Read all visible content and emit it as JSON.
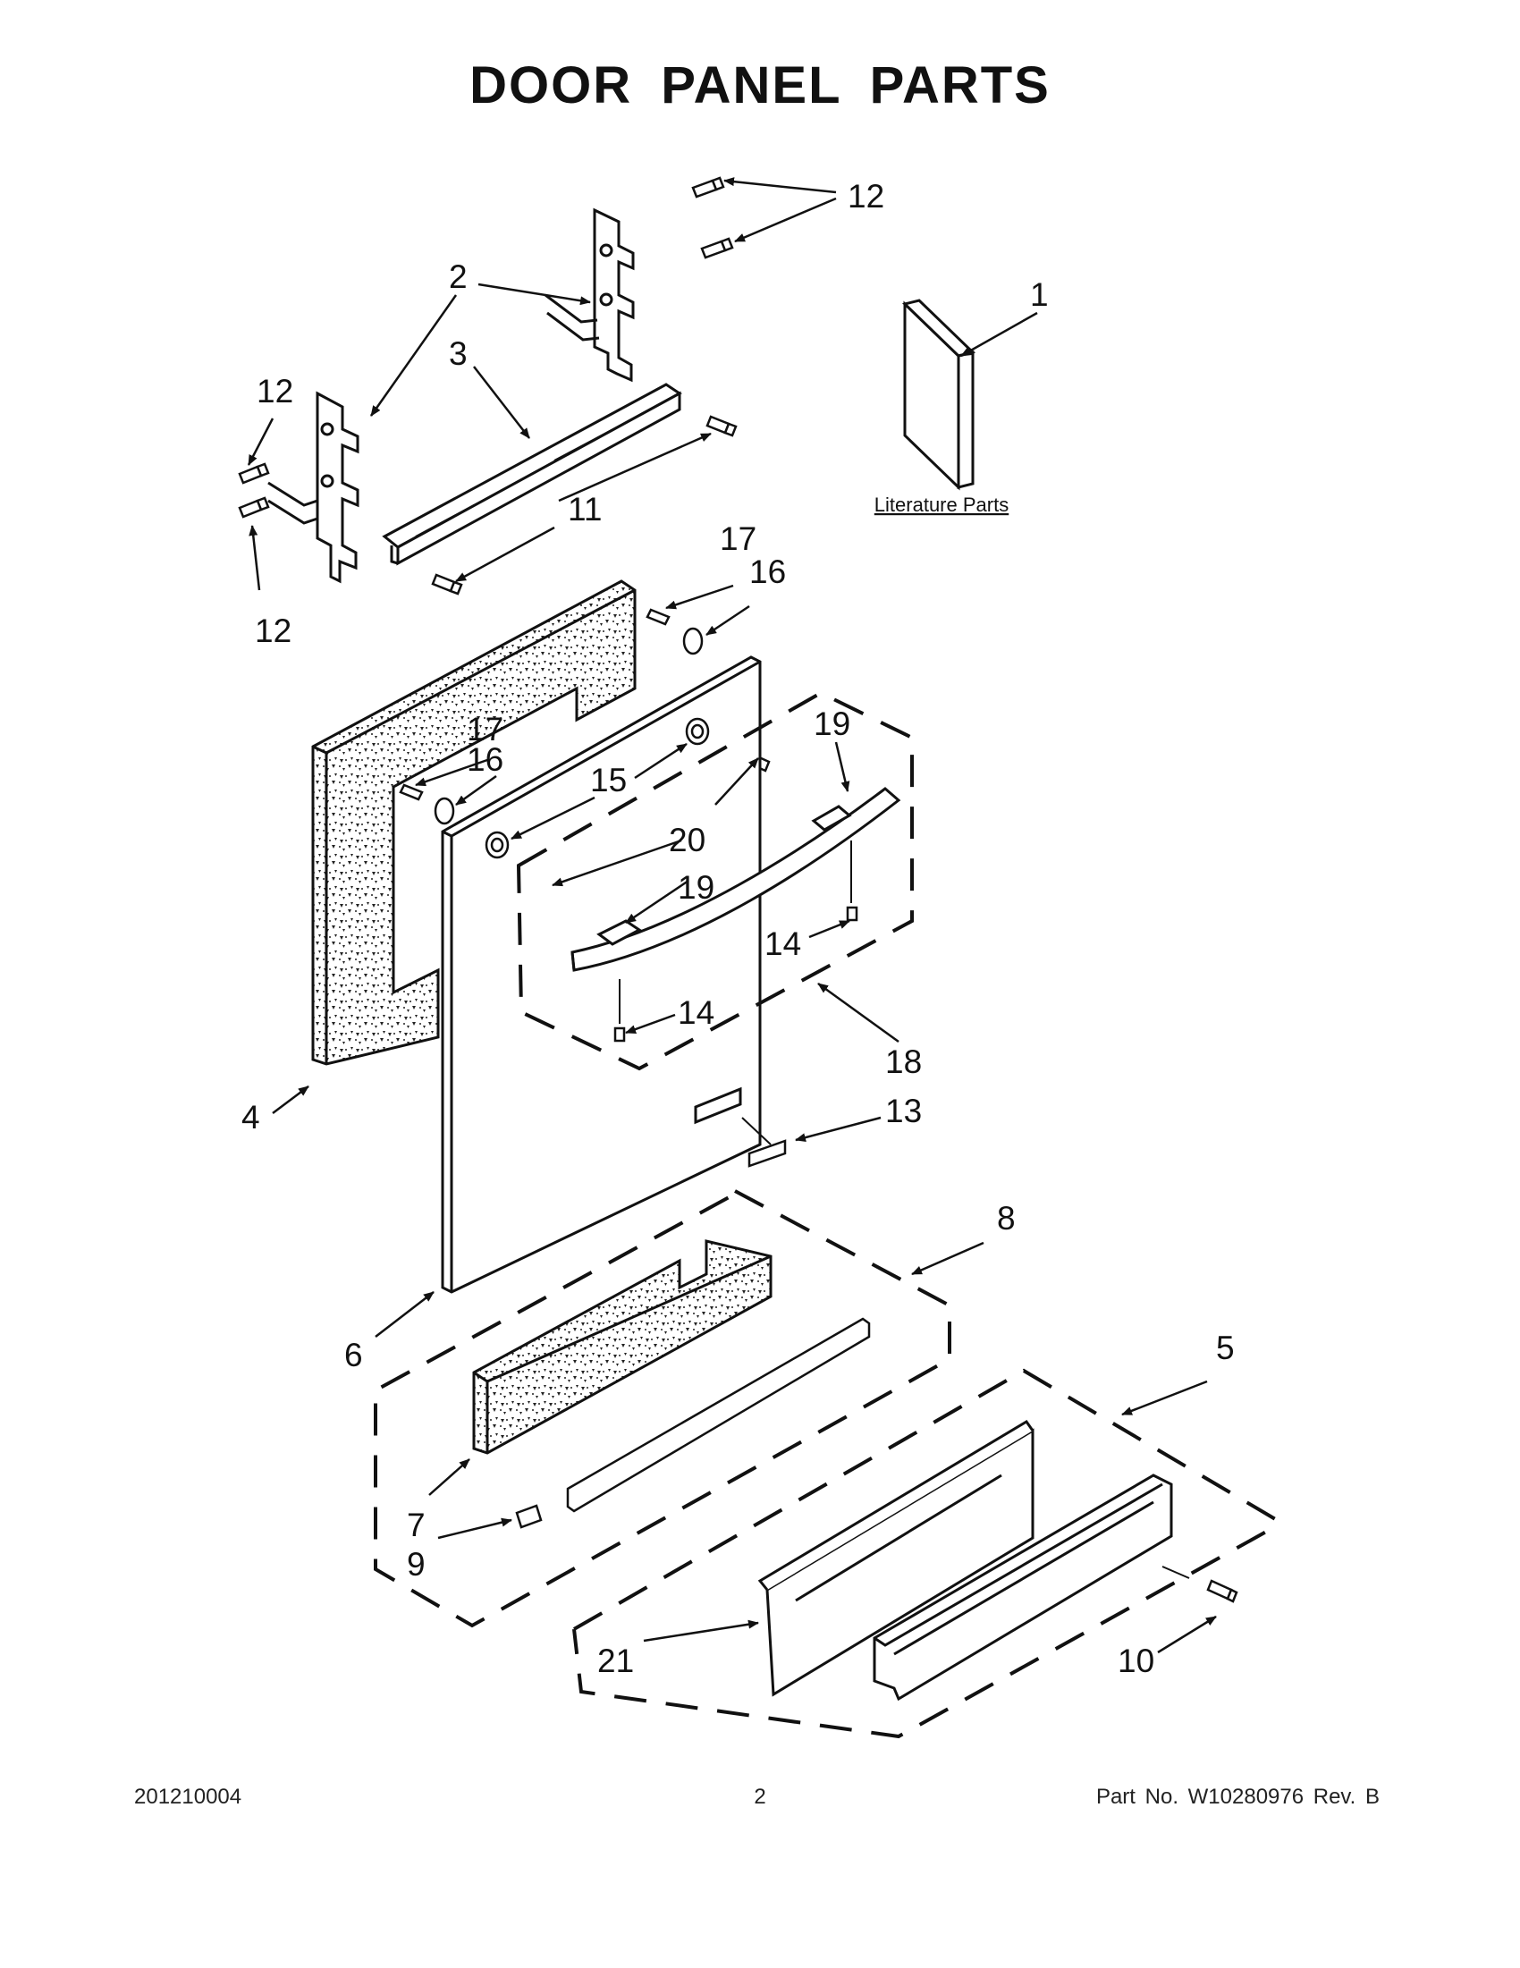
{
  "title": "DOOR PANEL PARTS",
  "literature_label": "Literature Parts",
  "callouts": {
    "c1": "1",
    "c2": "2",
    "c3": "3",
    "c4": "4",
    "c5": "5",
    "c6": "6",
    "c7": "7",
    "c8": "8",
    "c9": "9",
    "c10": "10",
    "c11": "11",
    "c12a": "12",
    "c12b": "12",
    "c12c": "12",
    "c13": "13",
    "c14a": "14",
    "c14b": "14",
    "c15": "15",
    "c16a": "16",
    "c16b": "16",
    "c17a": "17",
    "c17b": "17",
    "c18": "18",
    "c19a": "19",
    "c19b": "19",
    "c20": "20",
    "c21": "21"
  },
  "footer": {
    "doc_number": "201210004",
    "page_number": "2",
    "part_number": "Part No.  W10280976  Rev.  B"
  }
}
